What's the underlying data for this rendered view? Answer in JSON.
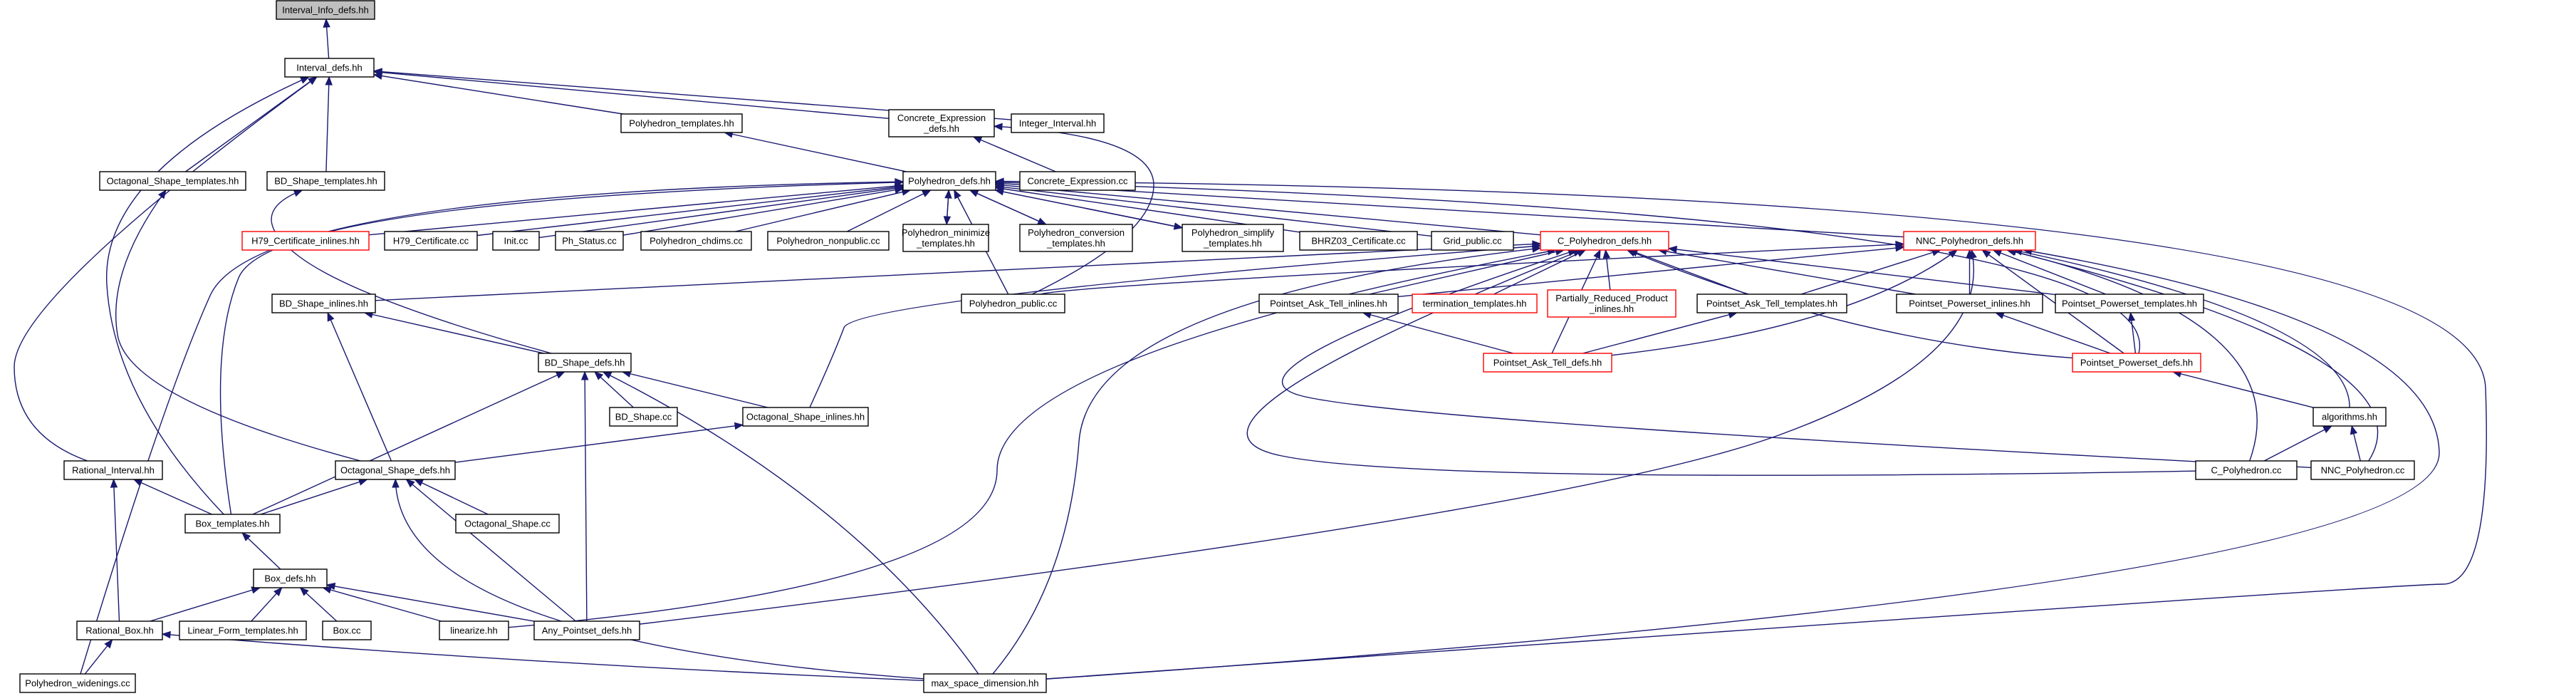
{
  "title": "Interval_Info_defs.hh",
  "colors": {
    "edge": "#191970",
    "node_border": "#000000",
    "highlight_fill": "#bfbfbf",
    "red_border": "#ff0000"
  },
  "nodes": [
    {
      "id": "n0",
      "label": "Interval_Info_defs.hh",
      "highlight": true
    },
    {
      "id": "n1",
      "label": "Interval_defs.hh"
    },
    {
      "id": "n2",
      "label": "Polyhedron_templates.hh"
    },
    {
      "id": "n3",
      "label": "Concrete_Expression_defs.hh",
      "label_lines": [
        "Concrete_Expression",
        "_defs.hh"
      ]
    },
    {
      "id": "n4",
      "label": "Integer_Interval.hh"
    },
    {
      "id": "n5",
      "label": "Octagonal_Shape_templates.hh"
    },
    {
      "id": "n6",
      "label": "BD_Shape_templates.hh"
    },
    {
      "id": "n7",
      "label": "Polyhedron_defs.hh"
    },
    {
      "id": "n8",
      "label": "Concrete_Expression.cc"
    },
    {
      "id": "n9",
      "label": "H79_Certificate_inlines.hh",
      "red": true
    },
    {
      "id": "n10",
      "label": "H79_Certificate.cc"
    },
    {
      "id": "n11",
      "label": "Init.cc"
    },
    {
      "id": "n12",
      "label": "Ph_Status.cc"
    },
    {
      "id": "n13",
      "label": "Polyhedron_chdims.cc"
    },
    {
      "id": "n14",
      "label": "Polyhedron_nonpublic.cc"
    },
    {
      "id": "n15",
      "label": "Polyhedron_minimize_templates.hh",
      "label_lines": [
        "Polyhedron_minimize",
        "_templates.hh"
      ]
    },
    {
      "id": "n16",
      "label": "Polyhedron_conversion_templates.hh",
      "label_lines": [
        "Polyhedron_conversion",
        "_templates.hh"
      ]
    },
    {
      "id": "n17",
      "label": "Polyhedron_simplify_templates.hh",
      "label_lines": [
        "Polyhedron_simplify",
        "_templates.hh"
      ]
    },
    {
      "id": "n18",
      "label": "BHRZ03_Certificate.cc"
    },
    {
      "id": "n19",
      "label": "Grid_public.cc"
    },
    {
      "id": "n20",
      "label": "C_Polyhedron_defs.hh",
      "red": true
    },
    {
      "id": "n21",
      "label": "NNC_Polyhedron_defs.hh",
      "red": true
    },
    {
      "id": "n22",
      "label": "BD_Shape_inlines.hh"
    },
    {
      "id": "n23",
      "label": "Polyhedron_public.cc"
    },
    {
      "id": "n24",
      "label": "Pointset_Ask_Tell_inlines.hh"
    },
    {
      "id": "n25",
      "label": "termination_templates.hh",
      "red": true
    },
    {
      "id": "n26",
      "label": "Partially_Reduced_Product_inlines.hh",
      "red": true,
      "label_lines": [
        "Partially_Reduced_Product",
        "_inlines.hh"
      ]
    },
    {
      "id": "n27",
      "label": "Pointset_Ask_Tell_templates.hh"
    },
    {
      "id": "n28",
      "label": "Pointset_Powerset_inlines.hh"
    },
    {
      "id": "n29",
      "label": "Pointset_Powerset_templates.hh"
    },
    {
      "id": "n30",
      "label": "BD_Shape_defs.hh"
    },
    {
      "id": "n31",
      "label": "Pointset_Ask_Tell_defs.hh",
      "red": true
    },
    {
      "id": "n32",
      "label": "Pointset_Powerset_defs.hh",
      "red": true
    },
    {
      "id": "n33",
      "label": "BD_Shape.cc"
    },
    {
      "id": "n34",
      "label": "Octagonal_Shape_inlines.hh"
    },
    {
      "id": "n35",
      "label": "algorithms.hh"
    },
    {
      "id": "n36",
      "label": "Rational_Interval.hh"
    },
    {
      "id": "n37",
      "label": "Octagonal_Shape_defs.hh"
    },
    {
      "id": "n38",
      "label": "C_Polyhedron.cc"
    },
    {
      "id": "n39",
      "label": "NNC_Polyhedron.cc"
    },
    {
      "id": "n40",
      "label": "Box_templates.hh"
    },
    {
      "id": "n41",
      "label": "Octagonal_Shape.cc"
    },
    {
      "id": "n42",
      "label": "Box_defs.hh"
    },
    {
      "id": "n43",
      "label": "Rational_Box.hh"
    },
    {
      "id": "n44",
      "label": "Linear_Form_templates.hh"
    },
    {
      "id": "n45",
      "label": "Box.cc"
    },
    {
      "id": "n46",
      "label": "linearize.hh"
    },
    {
      "id": "n47",
      "label": "Any_Pointset_defs.hh"
    },
    {
      "id": "n48",
      "label": "Polyhedron_widenings.cc"
    },
    {
      "id": "n49",
      "label": "max_space_dimension.hh"
    }
  ],
  "edges": [
    [
      "n0",
      "n1"
    ],
    [
      "n1",
      "n2"
    ],
    [
      "n1",
      "n3"
    ],
    [
      "n1",
      "n4"
    ],
    [
      "n1",
      "n5"
    ],
    [
      "n1",
      "n6"
    ],
    [
      "n1",
      "n36"
    ],
    [
      "n1",
      "n40"
    ],
    [
      "n2",
      "n7"
    ],
    [
      "n3",
      "n8"
    ],
    [
      "n3",
      "n23"
    ],
    [
      "n7",
      "n9"
    ],
    [
      "n7",
      "n10"
    ],
    [
      "n7",
      "n11"
    ],
    [
      "n7",
      "n12"
    ],
    [
      "n7",
      "n13"
    ],
    [
      "n7",
      "n14"
    ],
    [
      "n7",
      "n15"
    ],
    [
      "n7",
      "n16"
    ],
    [
      "n7",
      "n17"
    ],
    [
      "n7",
      "n18"
    ],
    [
      "n7",
      "n19"
    ],
    [
      "n7",
      "n20"
    ],
    [
      "n7",
      "n21"
    ],
    [
      "n7",
      "n23"
    ],
    [
      "n7",
      "n32"
    ],
    [
      "n7",
      "n40"
    ],
    [
      "n7",
      "n48"
    ],
    [
      "n7",
      "n49"
    ],
    [
      "n15",
      "n7"
    ],
    [
      "n16",
      "n7"
    ],
    [
      "n17",
      "n7"
    ],
    [
      "n5",
      "n37"
    ],
    [
      "n6",
      "n30"
    ],
    [
      "n20",
      "n22"
    ],
    [
      "n20",
      "n24"
    ],
    [
      "n20",
      "n25"
    ],
    [
      "n20",
      "n26"
    ],
    [
      "n20",
      "n27"
    ],
    [
      "n20",
      "n28"
    ],
    [
      "n20",
      "n29"
    ],
    [
      "n20",
      "n31"
    ],
    [
      "n20",
      "n32"
    ],
    [
      "n20",
      "n34"
    ],
    [
      "n20",
      "n38"
    ],
    [
      "n20",
      "n39"
    ],
    [
      "n20",
      "n46"
    ],
    [
      "n20",
      "n49"
    ],
    [
      "n21",
      "n23"
    ],
    [
      "n21",
      "n24"
    ],
    [
      "n21",
      "n27"
    ],
    [
      "n21",
      "n28"
    ],
    [
      "n21",
      "n29"
    ],
    [
      "n21",
      "n31"
    ],
    [
      "n21",
      "n32"
    ],
    [
      "n21",
      "n35"
    ],
    [
      "n21",
      "n38"
    ],
    [
      "n21",
      "n39"
    ],
    [
      "n21",
      "n47"
    ],
    [
      "n21",
      "n49"
    ],
    [
      "n22",
      "n30"
    ],
    [
      "n22",
      "n37"
    ],
    [
      "n24",
      "n31"
    ],
    [
      "n27",
      "n31"
    ],
    [
      "n28",
      "n32"
    ],
    [
      "n29",
      "n32"
    ],
    [
      "n32",
      "n35"
    ],
    [
      "n30",
      "n33"
    ],
    [
      "n30",
      "n34"
    ],
    [
      "n30",
      "n40"
    ],
    [
      "n30",
      "n47"
    ],
    [
      "n30",
      "n49"
    ],
    [
      "n34",
      "n37"
    ],
    [
      "n35",
      "n38"
    ],
    [
      "n35",
      "n39"
    ],
    [
      "n36",
      "n40"
    ],
    [
      "n36",
      "n43"
    ],
    [
      "n37",
      "n40"
    ],
    [
      "n37",
      "n41"
    ],
    [
      "n37",
      "n47"
    ],
    [
      "n37",
      "n49"
    ],
    [
      "n40",
      "n42"
    ],
    [
      "n42",
      "n43"
    ],
    [
      "n42",
      "n44"
    ],
    [
      "n42",
      "n45"
    ],
    [
      "n42",
      "n46"
    ],
    [
      "n42",
      "n47"
    ],
    [
      "n43",
      "n48"
    ],
    [
      "n43",
      "n49"
    ]
  ]
}
